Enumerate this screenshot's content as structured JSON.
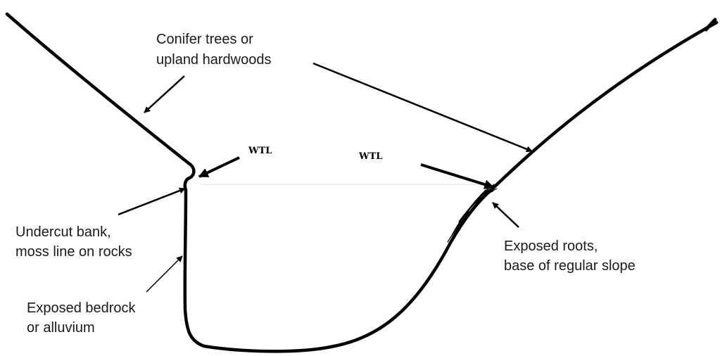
{
  "labels": {
    "top_line1": "Conifer trees or",
    "top_line2": "upland hardwoods",
    "wtl_left": "WTL",
    "wtl_right": "WTL",
    "undercut_line1": "Undercut bank,",
    "undercut_line2": "moss line on rocks",
    "bedrock_line1": "Exposed bedrock",
    "bedrock_line2": "or alluvium",
    "roots_line1": "Exposed roots,",
    "roots_line2": "base of regular slope"
  },
  "colors": {
    "ink": "#000000",
    "text": "#1a1a1a",
    "background": "#ffffff"
  }
}
